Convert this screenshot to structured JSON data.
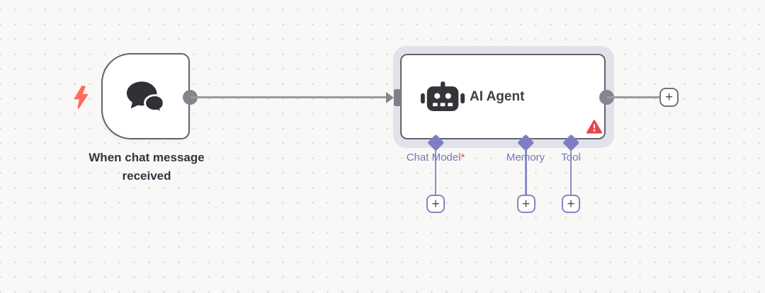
{
  "canvas": {
    "background_color": "#f9f8f6",
    "dot_color": "#d7d6d4"
  },
  "colors": {
    "node_border": "#63636b",
    "wire_gray": "#9a9aa0",
    "handle_gray": "#85858d",
    "accent_purple": "#7e7ec2",
    "label_purple": "#7777b3",
    "error_red": "#e5484d",
    "trigger_bolt_coral": "#ff6d5a",
    "icon_dark": "#303036",
    "selection_halo": "#e2e2eb"
  },
  "nodes": {
    "trigger": {
      "label": "When chat message received",
      "icon": "chat-bubbles",
      "badge_icon": "lightning-bolt"
    },
    "ai_agent": {
      "label": "AI Agent",
      "icon": "robot",
      "badge_icon": "warning-triangle",
      "selected": true,
      "connectors": [
        {
          "label": "Chat Model",
          "required_marker": "*"
        },
        {
          "label": "Memory",
          "required_marker": ""
        },
        {
          "label": "Tool",
          "required_marker": ""
        }
      ]
    }
  },
  "ui": {
    "plus_label": "+"
  }
}
